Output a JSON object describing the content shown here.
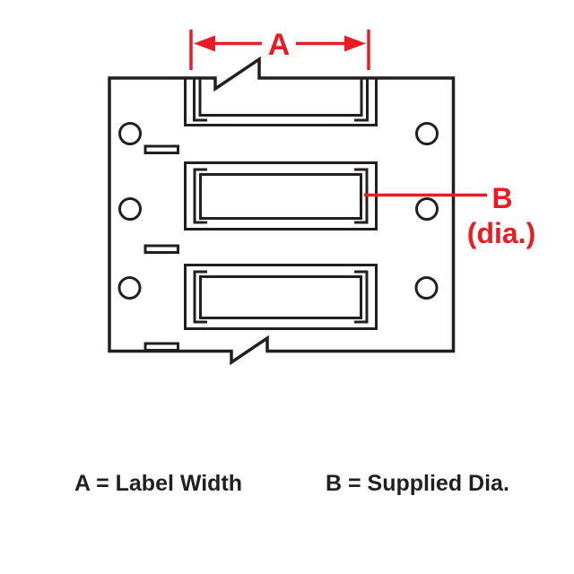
{
  "diagram": {
    "type": "wire-marker-sleeve-dimension-diagram",
    "colors": {
      "annotation": "#e81c24",
      "line": "#231f20",
      "background": "#ffffff"
    },
    "dimension_a": {
      "label": "A"
    },
    "dimension_b": {
      "label": "B",
      "qualifier": "(dia.)"
    },
    "legend": {
      "a_definition": "A = Label Width",
      "b_definition": "B = Supplied Dia."
    },
    "content": {
      "sleeve_rows": 3,
      "carrier_holes": 6,
      "carrier_notches": 3
    }
  }
}
